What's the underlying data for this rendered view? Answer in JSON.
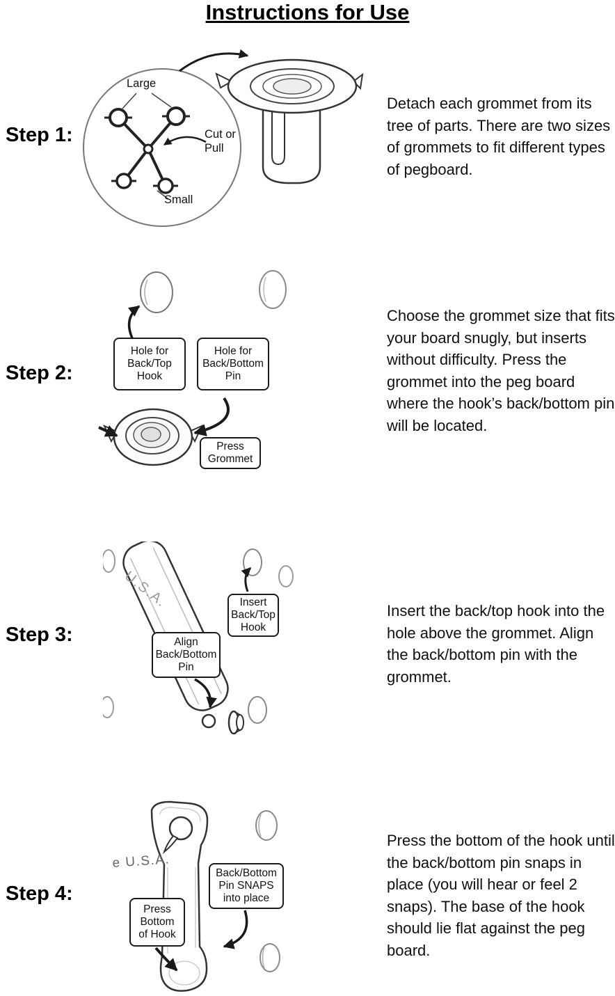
{
  "title": "Instructions for Use",
  "steps": [
    {
      "label": "Step 1:",
      "text": "Detach each grommet from its tree of parts. There are two sizes of grommets to fit different types of pegboard.",
      "callouts": {
        "large": "Large",
        "cut_or_pull": "Cut or\nPull",
        "small": "Small"
      }
    },
    {
      "label": "Step 2:",
      "text": "Choose the grommet size that fits your board snugly, but inserts without difficulty. Press the grommet into the peg board where the hook’s back/bottom pin will be located.",
      "callouts": {
        "hole_back_top": "Hole for\nBack/Top\nHook",
        "hole_back_bottom": "Hole for\nBack/Bottom\nPin",
        "press_grommet": "Press\nGrommet"
      }
    },
    {
      "label": "Step 3:",
      "text": "Insert the back/top hook into the hole above the grommet. Align the back/bottom pin with the grommet.",
      "callouts": {
        "insert_hook": "Insert\nBack/Top\nHook",
        "align_pin": "Align\nBack/Bottom\nPin",
        "usa_marking": "U.S.A."
      }
    },
    {
      "label": "Step 4:",
      "text": "Press the bottom of the hook until the back/bottom pin snaps in place (you will hear or feel 2 snaps). The base of the hook should lie flat against the peg board.",
      "callouts": {
        "pin_snaps": "Back/Bottom\nPin SNAPS\ninto place",
        "press_bottom": "Press\nBottom\nof Hook",
        "usa_marking": "e U.S.A."
      }
    }
  ]
}
